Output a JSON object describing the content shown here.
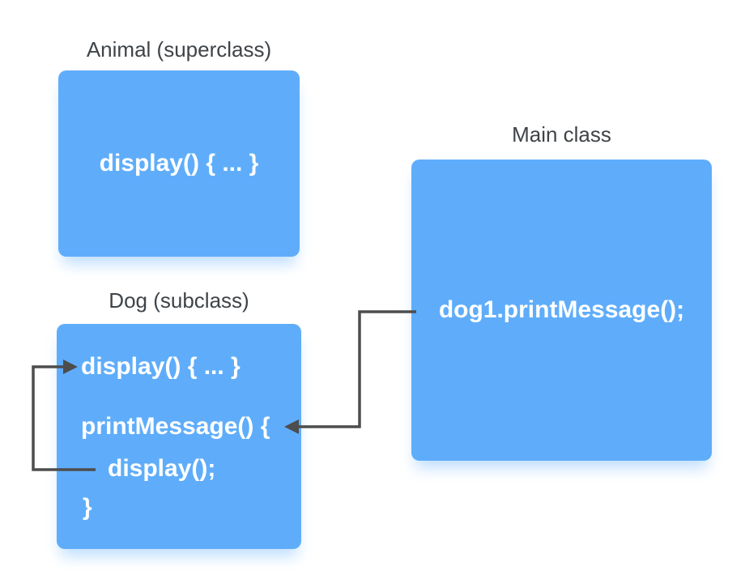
{
  "nodes": {
    "animal": {
      "title": "Animal (superclass)",
      "lines": [
        "display() { ... }"
      ]
    },
    "dog": {
      "title": "Dog (subclass)",
      "lines": [
        "display() { ... }",
        "printMessage() {",
        "display();",
        "}"
      ]
    },
    "main": {
      "title": "Main class",
      "lines": [
        "dog1.printMessage();"
      ]
    }
  },
  "arrows": [
    {
      "name": "main-calls-printMessage",
      "from": "dog1.printMessage();",
      "to": "printMessage() {"
    },
    {
      "name": "printMessage-calls-display",
      "from": "display();",
      "to": "display() { ... }"
    }
  ],
  "colors": {
    "box_fill": "#5FADFA",
    "box_text": "#FFFFFF",
    "label": "#3F4448",
    "arrow": "#4D4D4D",
    "background": "#FFFFFF"
  }
}
